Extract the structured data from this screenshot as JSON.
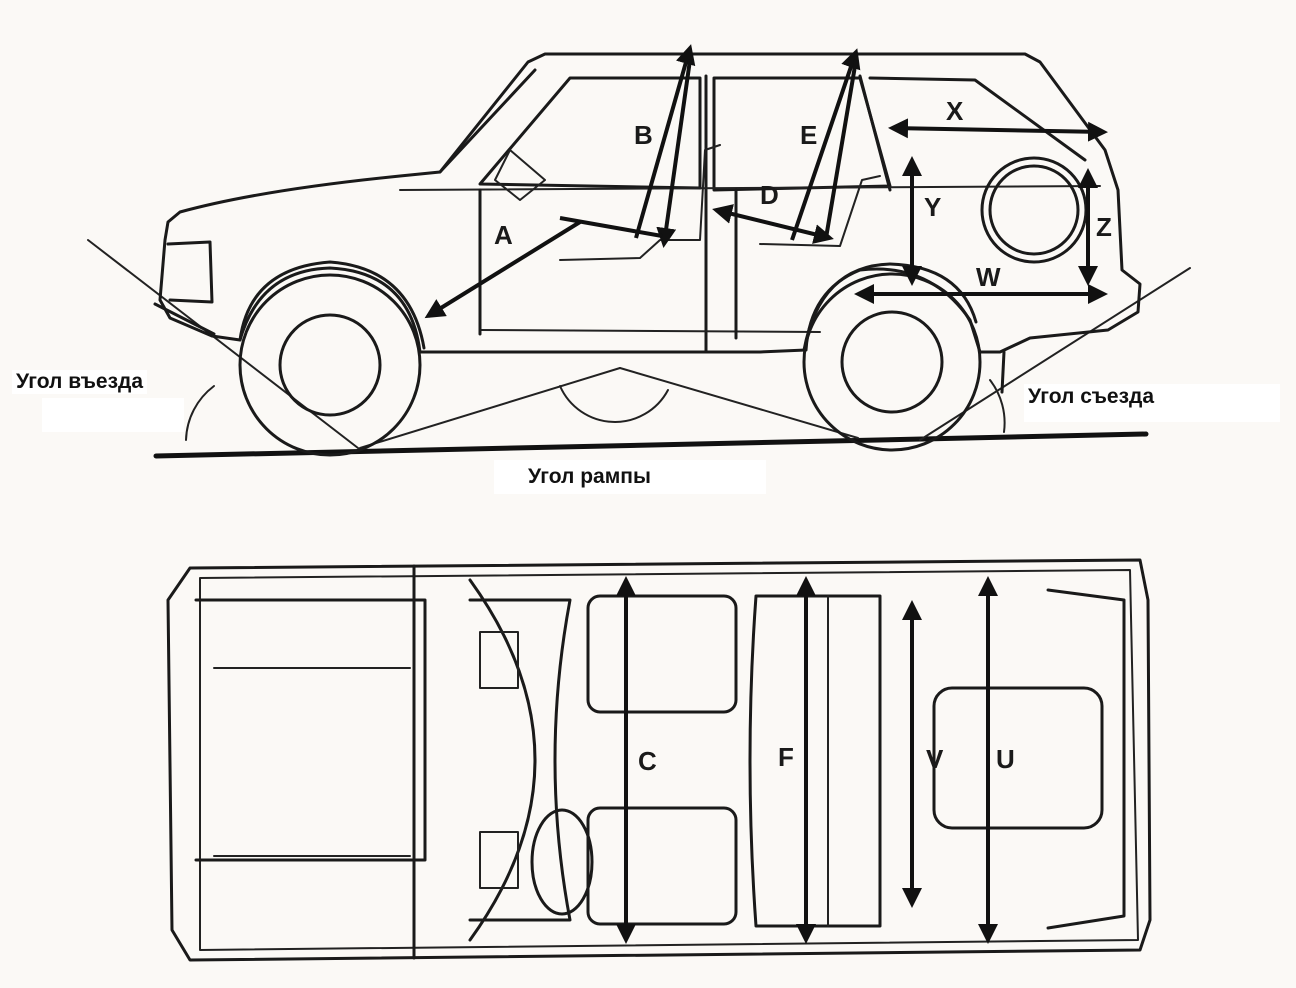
{
  "side_view": {
    "dimension_labels": {
      "a": "A",
      "b": "B",
      "d": "D",
      "e": "E",
      "x": "X",
      "y": "Y",
      "z": "Z",
      "w": "W"
    }
  },
  "top_view": {
    "dimension_labels": {
      "c": "C",
      "f": "F",
      "v": "V",
      "u": "U"
    }
  },
  "captions": {
    "approach_angle": "Угол въезда",
    "departure_angle": "Угол съезда",
    "ramp_angle": "Угол рампы"
  },
  "colors": {
    "ink": "#1a1a1a",
    "paper": "#fbf9f6",
    "label_bg": "#ffffff"
  }
}
